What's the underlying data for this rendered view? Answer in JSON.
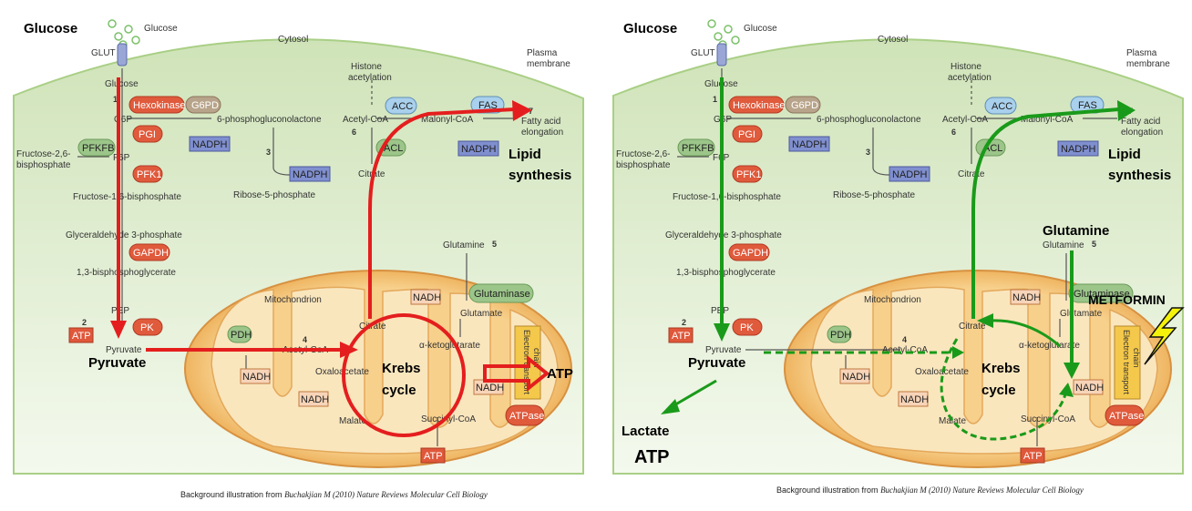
{
  "colors": {
    "cytosol": "#e4efd6",
    "mito_outer": "#f2b860",
    "mito_inner": "#f8dca2",
    "enzyme_red": "#e05a3c",
    "enzyme_green": "#9cc58a",
    "enzyme_blue": "#a9d0ec",
    "nadph_box": "#7f8fcf",
    "red_arrow": "#e41e1e",
    "green_arrow": "#1a9a1a",
    "metformin_bolt": "#f4f20a"
  },
  "common": {
    "glucose_title": "Glucose",
    "glucose_small": "Glucose",
    "glut": "GLUT",
    "cytosol": "Cytosol",
    "plasma_membrane_1": "Plasma",
    "plasma_membrane_2": "membrane",
    "step1": "1",
    "step2": "2",
    "step3": "3",
    "step4": "4",
    "step5": "5",
    "step6": "6",
    "step7": "7",
    "g6p": "G6P",
    "hexokinase": "Hexokinase",
    "g6pd": "G6PD",
    "pgi": "PGI",
    "six_pgl": "6-phosphogluconolactone",
    "nadph": "NADPH",
    "pfkfb": "PFKFB",
    "f26bp_1": "Fructose-2,6-",
    "f26bp_2": "bisphosphate",
    "f6p": "F6P",
    "pfk1": "PFK1",
    "f16bp": "Fructose-1,6-bisphosphate",
    "r5p": "Ribose-5-phosphate",
    "g3p": "Glyceraldehyde 3-phosphate",
    "gapdh": "GAPDH",
    "bpg": "1,3-bisphosphoglycerate",
    "pep": "PEP",
    "pk": "PK",
    "atp": "ATP",
    "pyruvate_small": "Pyruvate",
    "histone_1": "Histone",
    "histone_2": "acetylation",
    "acc": "ACC",
    "fas": "FAS",
    "acetyl_coa": "Acetyl-CoA",
    "malonyl_coa": "Malonyl-CoA",
    "fa_1": "Fatty acid",
    "fa_2": "elongation",
    "acl": "ACL",
    "citrate": "Citrate",
    "glutamine_small": "Glutamine",
    "glutaminase": "Glutaminase",
    "glutamate": "Glutamate",
    "akg": "α-ketoglutarate",
    "mitochondrion": "Mitochondrion",
    "pdh": "PDH",
    "nadh": "NADH",
    "oxaloacetate": "Oxaloacetate",
    "malate": "Malate",
    "succinyl": "Succinyl-CoA",
    "atpase": "ATPase",
    "etc_1": "Electron transport",
    "etc_2": "chain",
    "krebs_1": "Krebs",
    "krebs_2": "cycle",
    "lipid_1": "Lipid",
    "lipid_2": "synthesis",
    "pyruvate_big": "Pyruvate"
  },
  "left": {
    "atp_out": "ATP",
    "caption_prefix": "Background illustration from ",
    "caption_italic": "Buchakjian M (2010) Nature Reviews Molecular Cell Biology"
  },
  "right": {
    "lactate": "Lactate",
    "atp_big": "ATP",
    "glutamine_big": "Glutamine",
    "metformin": "METFORMIN",
    "caption_prefix": "Background illustration from ",
    "caption_italic": "Buchakjian M (2010) Nature Reviews Molecular Cell Biology"
  }
}
